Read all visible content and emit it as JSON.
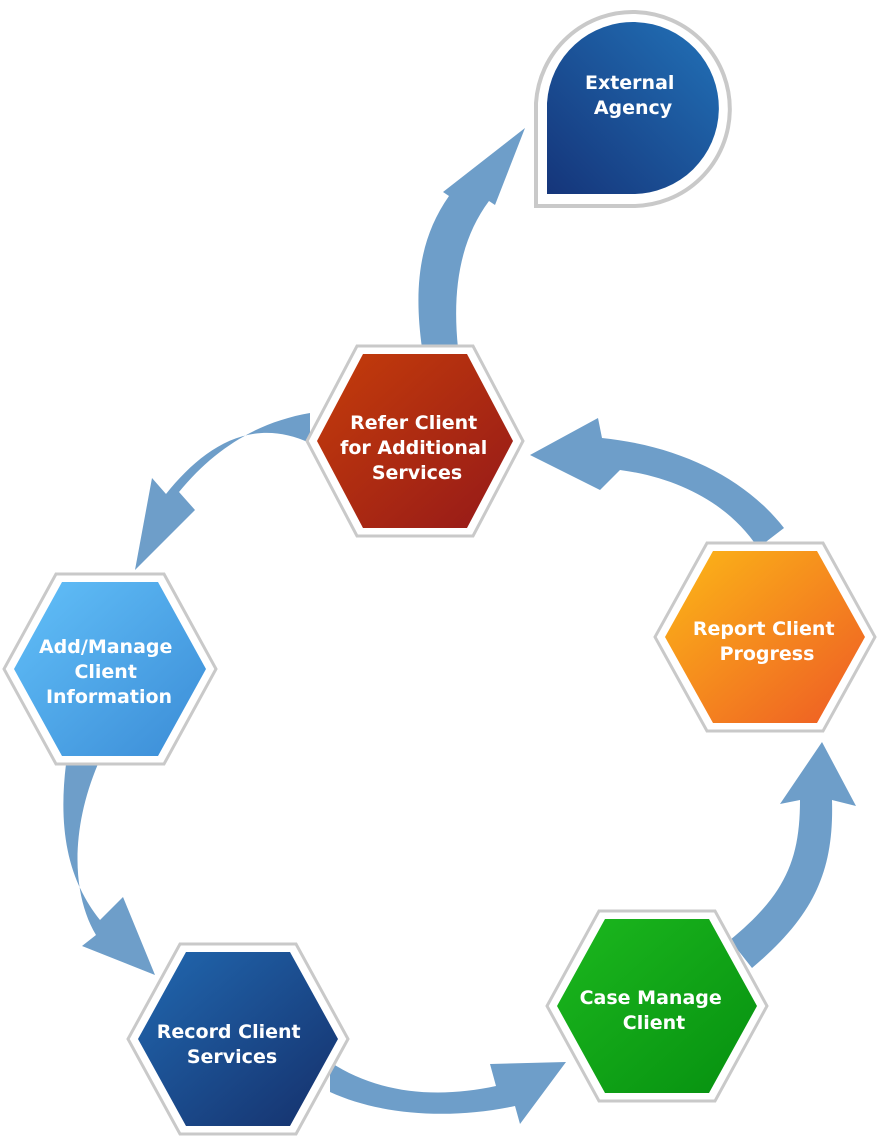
{
  "nodes": {
    "external_agency": {
      "lines": [
        "External",
        "Agency"
      ]
    },
    "refer_client": {
      "lines": [
        "Refer Client",
        "for Additional",
        "Services"
      ]
    },
    "add_manage": {
      "lines": [
        "Add/Manage",
        "Client",
        "Information"
      ]
    },
    "report_progress": {
      "lines": [
        "Report Client",
        "Progress"
      ]
    },
    "record_services": {
      "lines": [
        "Record Client",
        "Services"
      ]
    },
    "case_manage": {
      "lines": [
        "Case Manage",
        "Client"
      ]
    }
  },
  "colors": {
    "arrow": "#6e9ec9",
    "external_agency": [
      "#1e6cb0",
      "#163a7a"
    ],
    "refer_client": [
      "#c2410c",
      "#991b1b"
    ],
    "add_manage": [
      "#5bb9f7",
      "#3d8fd9"
    ],
    "report_progress": [
      "#fbb117",
      "#ef5d24"
    ],
    "record_services": [
      "#1e63aa",
      "#17336f"
    ],
    "case_manage": [
      "#18b21a",
      "#079110"
    ]
  }
}
